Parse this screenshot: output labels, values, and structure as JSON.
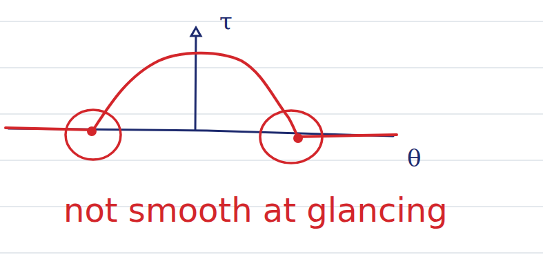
{
  "diagram": {
    "labels": [
      "τ",
      "θ",
      "not smooth at glancing"
    ]
  }
}
